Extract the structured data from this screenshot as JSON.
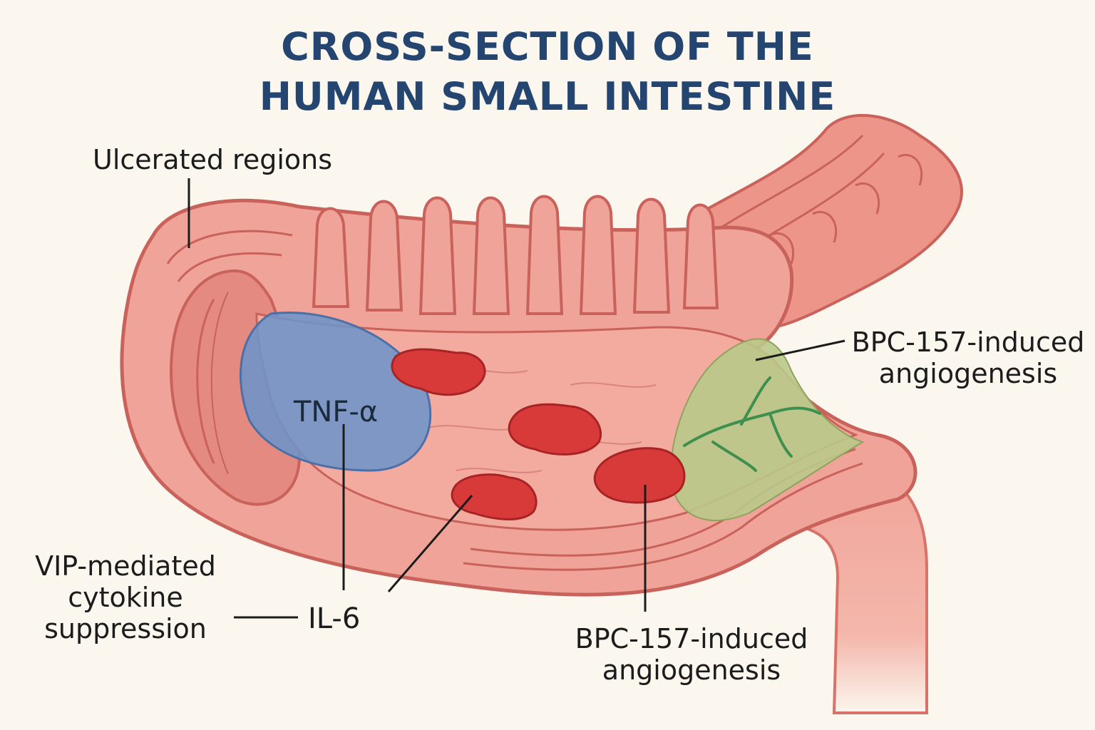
{
  "title": {
    "line1": "CROSS-SECTION OF THE",
    "line2": "HUMAN SMALL INTESTINE"
  },
  "labels": {
    "ulcerated_regions": "Ulcerated regions",
    "bpc_right_line1": "BPC-157-induced",
    "bpc_right_line2": "angiogenesis",
    "vip_line1": "VIP-mediated",
    "vip_line2": "cytokine",
    "vip_line3": "suppression",
    "bpc_bottom_line1": "BPC-157-induced",
    "bpc_bottom_line2": "angiogenesis"
  },
  "markers": {
    "tnf": "TNF-α",
    "il6": "IL-6"
  },
  "colors": {
    "background": "#fbf6ee",
    "title": "#23456f",
    "tissue": "#f0a398",
    "tissue_dark": "#d9736a",
    "lesion": "#d83a3a",
    "tnf_region": "#6d94c9",
    "angiogenesis_region": "#b9c98a",
    "vessel": "#3f8f4f"
  }
}
